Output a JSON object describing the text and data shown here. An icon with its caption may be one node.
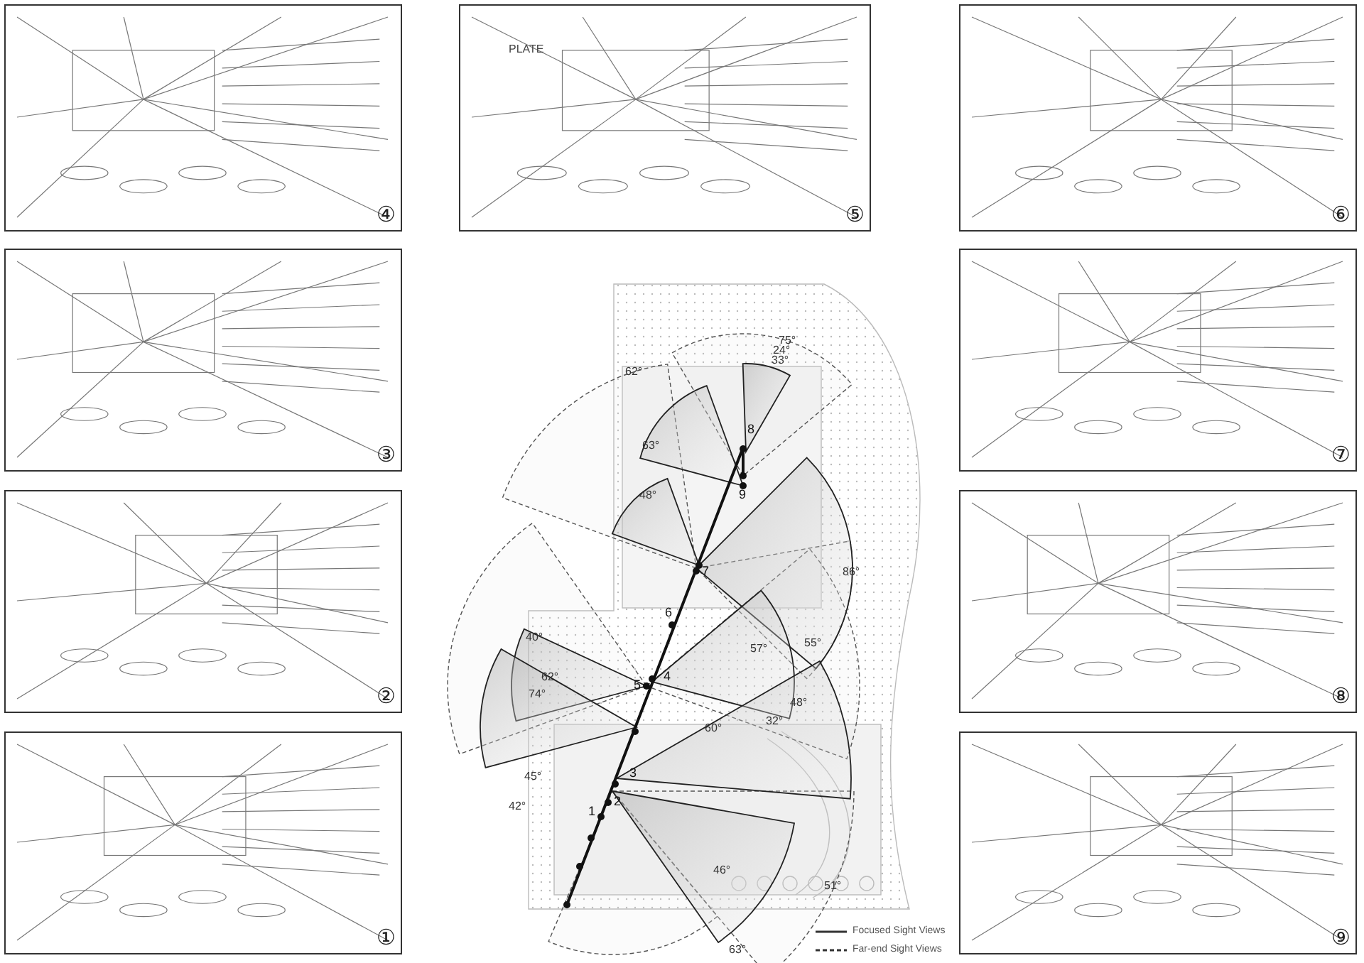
{
  "diagram": {
    "nodes": [
      {
        "text": [
          "④"
        ]
      },
      {
        "text": [
          "⑤"
        ]
      },
      {
        "text": [
          "⑥"
        ]
      },
      {
        "text": [
          "③"
        ]
      },
      {
        "text": [
          "⑦"
        ]
      },
      {
        "text": [
          "②"
        ]
      },
      {
        "text": [
          "⑧"
        ]
      },
      {
        "text": [
          "①"
        ]
      },
      {
        "text": [
          "⑨"
        ]
      }
    ],
    "edges": [],
    "labels": [
      "PLATE",
      "75°",
      "24°",
      "33°",
      "62°",
      "63°",
      "8",
      "9",
      "48°",
      "86°",
      "7",
      "6",
      "40°",
      "57°",
      "55°",
      "62°",
      "5",
      "4",
      "74°",
      "48°",
      "32°",
      "60°",
      "3",
      "45°",
      "2",
      "42°",
      "1",
      "46°",
      "51°",
      "63°"
    ],
    "legend": [
      {
        "text": "Focused Sight Views"
      },
      {
        "text": "Far-end Sight Views"
      }
    ]
  }
}
